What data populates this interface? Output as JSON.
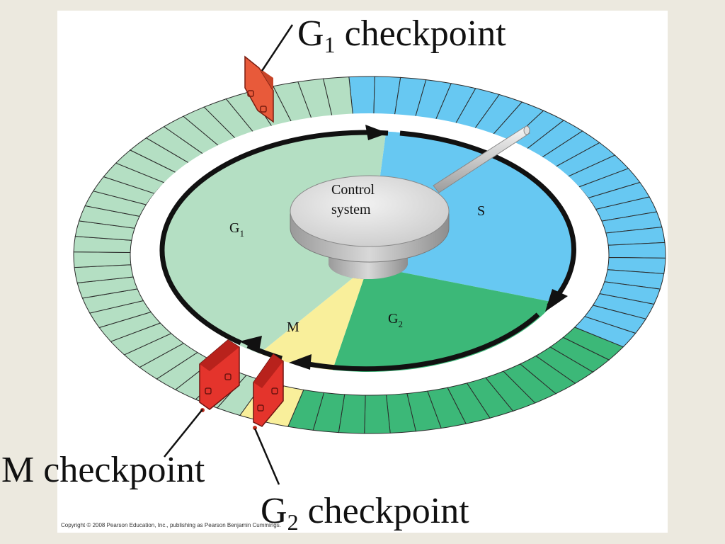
{
  "labels": {
    "g1_checkpoint": {
      "main": "G",
      "sub": "1",
      "rest": " checkpoint"
    },
    "m_checkpoint": "M checkpoint",
    "g2_checkpoint": {
      "main": "G",
      "sub": "2",
      "rest": " checkpoint"
    },
    "control_system_line1": "Control",
    "control_system_line2": "system",
    "phase_g1": {
      "main": "G",
      "sub": "1"
    },
    "phase_s": "S",
    "phase_g2": {
      "main": "G",
      "sub": "2"
    },
    "phase_m": "M",
    "copyright": "Copyright © 2008 Pearson Education, Inc., publishing as Pearson Benjamin Cummings."
  },
  "colors": {
    "background": "#ece9df",
    "g1": "#b4dfc3",
    "s": "#67c8f2",
    "g2": "#3cb878",
    "m": "#f9ef9b",
    "checkpoint_gate": "#e4342c",
    "g1_gate": "#e85a3a"
  }
}
